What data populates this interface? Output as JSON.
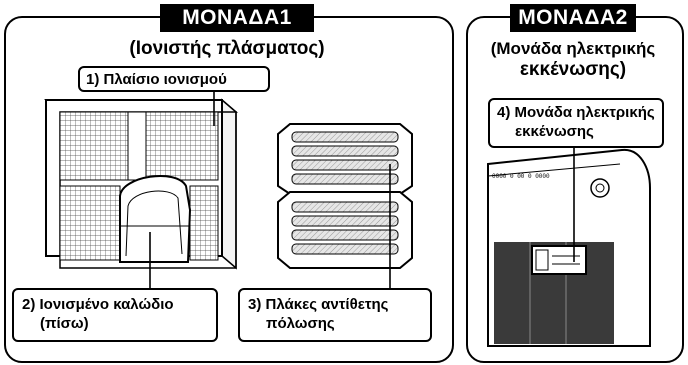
{
  "unit1": {
    "tab": "ΜΟΝΑΔΑ1",
    "subtitle": "(Ιονιστής πλάσματος)",
    "callout_frame": "1) Πλαίσιο ιονισμού",
    "callout_wire_line1": "2) Ιονισμένο καλώδιο",
    "callout_wire_line2": "(πίσω)",
    "callout_plates_line1": "3) Πλάκες αντίθετης",
    "callout_plates_line2": "πόλωσης"
  },
  "unit2": {
    "tab": "ΜΟΝΑΔΑ2",
    "subtitle_line1": "(Μονάδα ηλεκτρικής",
    "subtitle_line2": "εκκένωσης)",
    "callout_line1": "4) Μονάδα ηλεκτρικής",
    "callout_line2": "εκκένωσης"
  }
}
